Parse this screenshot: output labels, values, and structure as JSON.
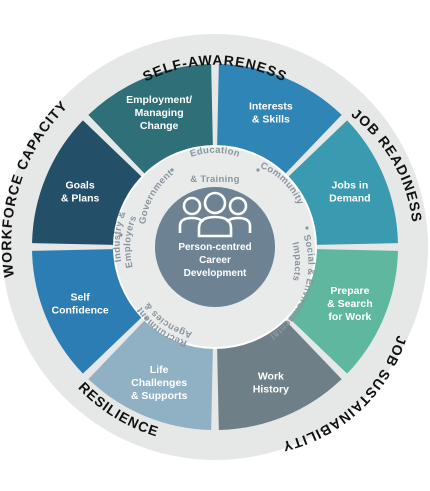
{
  "outer_labels": {
    "top": "SELF-AWARENESS",
    "right_top": "JOB READINESS",
    "right_bottom": "JOB SUSTAINABILITY",
    "bottom_left": "RESILIENCE",
    "left": "WORKFORCE CAPACITY"
  },
  "segments": [
    {
      "lines": [
        "Interests",
        "& Skills"
      ],
      "color": "#2f86b6"
    },
    {
      "lines": [
        "Jobs in",
        "Demand"
      ],
      "color": "#3a9ab0"
    },
    {
      "lines": [
        "Prepare",
        "& Search",
        "for Work"
      ],
      "color": "#5fb7a0"
    },
    {
      "lines": [
        "Work",
        "History"
      ],
      "color": "#6f7f87"
    },
    {
      "lines": [
        "Life",
        "Challenges",
        "& Supports"
      ],
      "color": "#8fb1c3"
    },
    {
      "lines": [
        "Self",
        "Confidence"
      ],
      "color": "#2b7db3"
    },
    {
      "lines": [
        "Goals",
        "& Plans"
      ],
      "color": "#244f69"
    },
    {
      "lines": [
        "Employment/",
        "Managing",
        "Change"
      ],
      "color": "#2e6f78"
    }
  ],
  "inner_ring": {
    "top": [
      "Education",
      "& Training"
    ],
    "community": "Community",
    "social": [
      "Social & Environmental",
      "Impacts"
    ],
    "agencies": [
      "Agencies &",
      "Recruitment"
    ],
    "industry": [
      "Industry &",
      "Employers"
    ],
    "government": "Government"
  },
  "center": {
    "title_lines": [
      "Person-centred",
      "Career",
      "Development"
    ],
    "icon": "people-group-icon"
  }
}
